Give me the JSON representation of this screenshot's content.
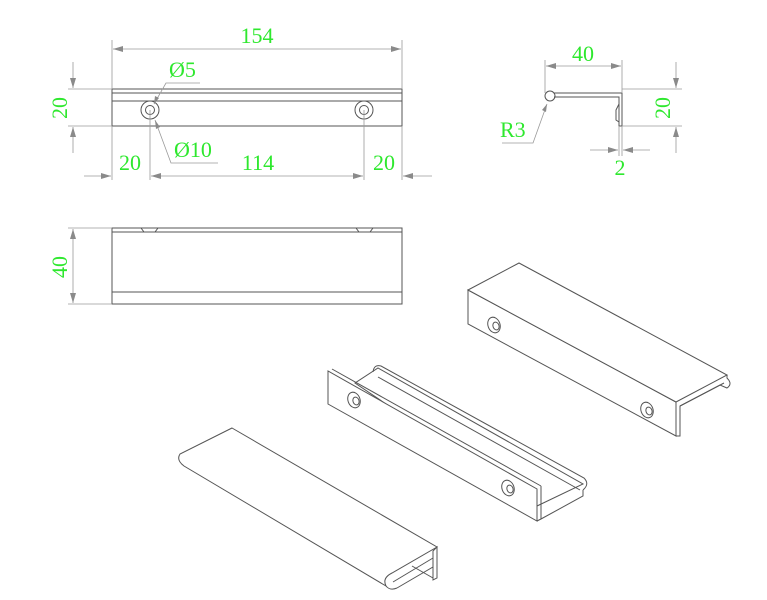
{
  "drawing": {
    "title": "Edge pull handle technical drawing",
    "colors": {
      "dimension_text": "#2ee82e",
      "part_lines": "#555555",
      "dimension_lines": "#9a9a9a",
      "background": "#ffffff"
    },
    "views": {
      "top_view": {
        "overall_length": "154",
        "height": "20",
        "hole_inner_diameter": "Ø5",
        "hole_outer_diameter": "Ø10",
        "left_edge_offset": "20",
        "hole_spacing": "114",
        "right_edge_offset": "20"
      },
      "profile_view": {
        "depth": "40",
        "height": "20",
        "radius": "R3",
        "thickness": "2"
      },
      "front_view": {
        "depth": "40"
      },
      "isometric_views": [
        {
          "name": "isometric-front-left"
        },
        {
          "name": "isometric-channel-up"
        },
        {
          "name": "isometric-top-lip"
        }
      ]
    }
  }
}
